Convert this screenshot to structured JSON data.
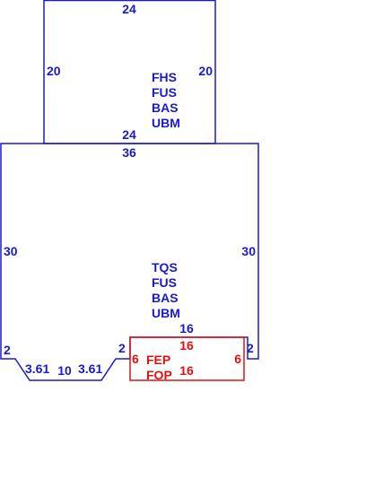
{
  "colors": {
    "blue": "#1a1acc",
    "red": "#e01010"
  },
  "upper_area": {
    "top_dim": "24",
    "left_dim": "20",
    "right_dim": "20",
    "bottom_dim": "24",
    "codes": [
      "FHS",
      "FUS",
      "BAS",
      "UBM"
    ]
  },
  "lower_area": {
    "top_dim": "36",
    "left_dim": "30",
    "right_dim": "30",
    "codes": [
      "TQS",
      "FUS",
      "BAS",
      "UBM"
    ],
    "inner_top_dim": "16",
    "left_step_dim": "2",
    "right_step_dim": "2",
    "notch_step_dim": "2",
    "bay_left_dim": "3.61",
    "bay_bottom_dim": "10",
    "bay_right_dim": "3.61"
  },
  "porch": {
    "top_dim": "16",
    "left_dim": "6",
    "right_dim": "6",
    "bottom_dim": "16",
    "codes": [
      "FEP",
      "FOP"
    ]
  }
}
